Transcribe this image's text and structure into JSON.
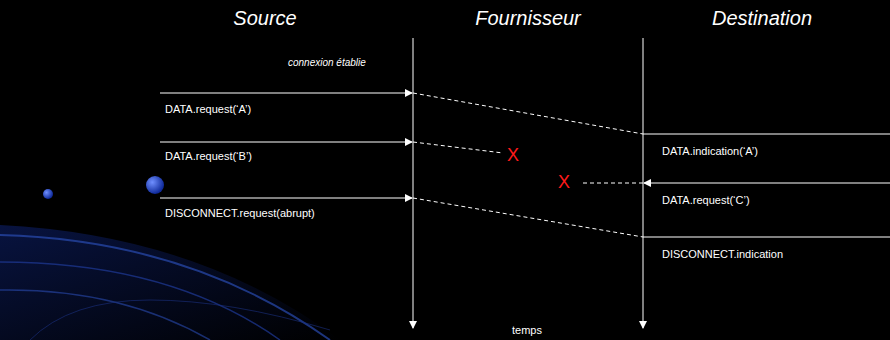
{
  "diagram": {
    "labels": [
      "Source",
      "Fournisseur",
      "Destination",
      "connexion établie",
      "DATA.request(‘A’)",
      "DATA.indication(‘A’)",
      "DATA.request(‘B’)",
      "X",
      "X",
      "DATA.request(‘C’)",
      "DISCONNECT.request(abrupt)",
      "DISCONNECT.indication",
      "temps"
    ]
  }
}
